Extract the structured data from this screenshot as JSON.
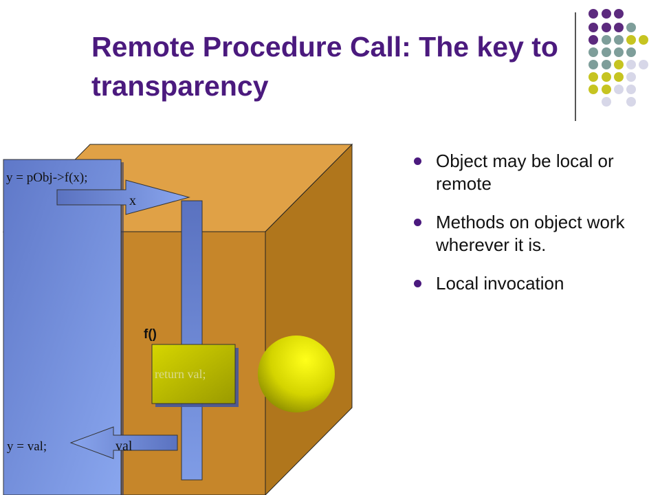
{
  "slide": {
    "title": "Remote Procedure Call: The key to transparency",
    "bullets": [
      "Object may be local or remote",
      "Methods on object work wherever it is.",
      "Local invocation"
    ]
  },
  "diagram": {
    "caller_call_code": "y =  pObj->f(x);",
    "caller_return_code": "y = val;",
    "arg_label": "x",
    "result_label": "val",
    "function_label": "f()",
    "function_body": "return val;"
  },
  "colors": {
    "title": "#4b1a7e",
    "dot_purple": "#5c2a7e",
    "dot_teal": "#7e9e9a",
    "dot_olive": "#c6c421",
    "dot_lavender": "#d7d7e8",
    "box_orange": "#b07a1e",
    "box_panel": "#7b9be6",
    "box_yellow": "#c8c800"
  }
}
